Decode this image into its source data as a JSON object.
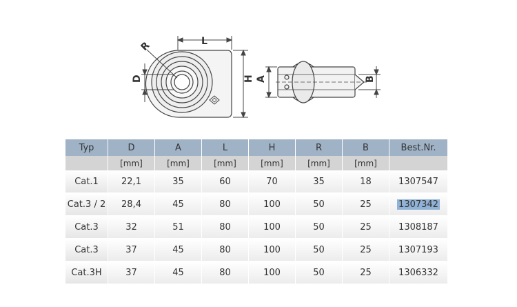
{
  "drawing": {
    "labels": {
      "R": "R",
      "L": "L",
      "D": "D",
      "H": "H",
      "A": "A",
      "B": "B"
    }
  },
  "table": {
    "headers": [
      "Typ",
      "D",
      "A",
      "L",
      "H",
      "R",
      "B",
      "Best.Nr."
    ],
    "units": [
      "",
      "[mm]",
      "[mm]",
      "[mm]",
      "[mm]",
      "[mm]",
      "[mm]",
      ""
    ],
    "rows": [
      [
        "Cat.1",
        "22,1",
        "35",
        "60",
        "70",
        "35",
        "18",
        "1307547"
      ],
      [
        "Cat.3 / 2",
        "28,4",
        "45",
        "80",
        "100",
        "50",
        "25",
        "1307342"
      ],
      [
        "Cat.3",
        "32",
        "51",
        "80",
        "100",
        "50",
        "25",
        "1308187"
      ],
      [
        "Cat.3",
        "37",
        "45",
        "80",
        "100",
        "50",
        "25",
        "1307193"
      ],
      [
        "Cat.3H",
        "37",
        "45",
        "80",
        "100",
        "50",
        "25",
        "1306332"
      ]
    ],
    "selected_cell": "1307342",
    "colors": {
      "header_bg": "#9fb2c6",
      "units_bg": "#d4d4d4",
      "highlight": "#8fb2d6"
    }
  }
}
